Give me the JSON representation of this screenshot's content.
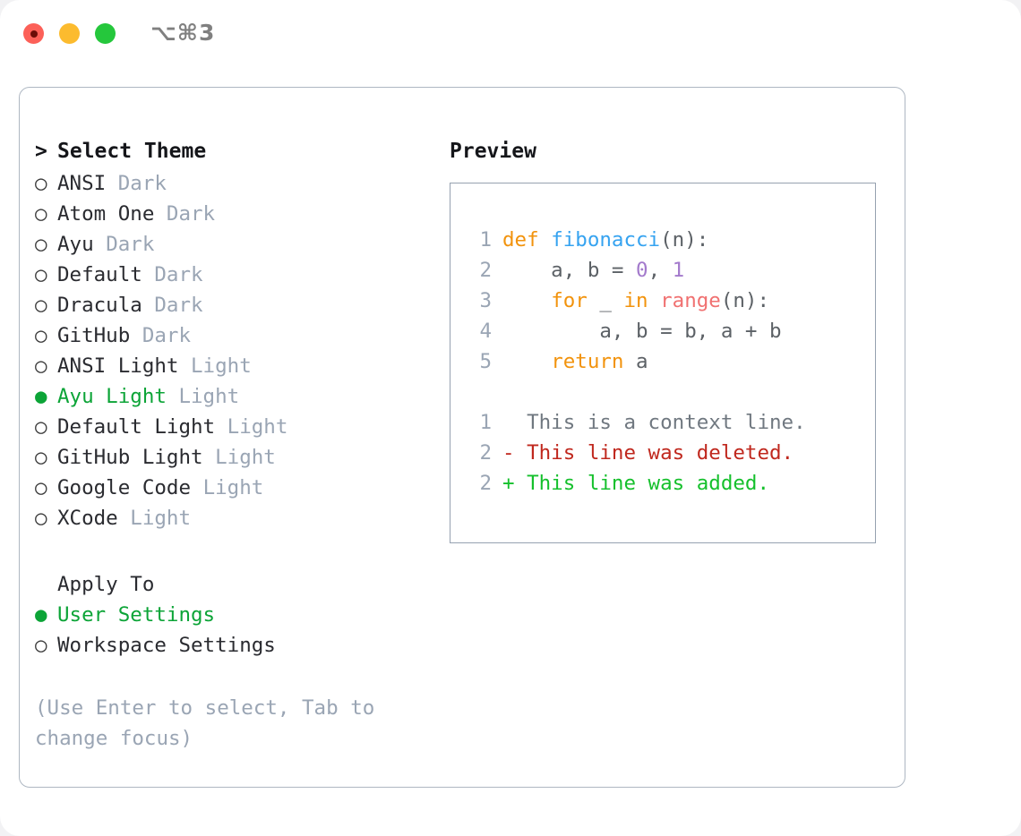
{
  "titlebar": {
    "shortcut": "⌥⌘3",
    "controls": [
      {
        "name": "close",
        "color": "#fc6058"
      },
      {
        "name": "minimize",
        "color": "#fcbb2e"
      },
      {
        "name": "maximize",
        "color": "#25c73c"
      }
    ]
  },
  "theme_list": {
    "header_prefix": ">",
    "header": "Select Theme",
    "selected_marker": "●",
    "unselected_marker": "○",
    "items": [
      {
        "marker": "○",
        "name": "ANSI",
        "variant": "Dark",
        "selected": false
      },
      {
        "marker": "○",
        "name": "Atom One",
        "variant": "Dark",
        "selected": false
      },
      {
        "marker": "○",
        "name": "Ayu",
        "variant": "Dark",
        "selected": false
      },
      {
        "marker": "○",
        "name": "Default",
        "variant": "Dark",
        "selected": false
      },
      {
        "marker": "○",
        "name": "Dracula",
        "variant": "Dark",
        "selected": false
      },
      {
        "marker": "○",
        "name": "GitHub",
        "variant": "Dark",
        "selected": false
      },
      {
        "marker": "○",
        "name": "ANSI Light",
        "variant": "Light",
        "selected": false
      },
      {
        "marker": "●",
        "name": "Ayu Light",
        "variant": "Light",
        "selected": true
      },
      {
        "marker": "○",
        "name": "Default Light",
        "variant": "Light",
        "selected": false
      },
      {
        "marker": "○",
        "name": "GitHub Light",
        "variant": "Light",
        "selected": false
      },
      {
        "marker": "○",
        "name": "Google Code",
        "variant": "Light",
        "selected": false
      },
      {
        "marker": "○",
        "name": "XCode",
        "variant": "Light",
        "selected": false
      }
    ]
  },
  "apply_to": {
    "title": "Apply To",
    "items": [
      {
        "marker": "●",
        "label": "User Settings",
        "selected": true
      },
      {
        "marker": "○",
        "label": "Workspace Settings",
        "selected": false
      }
    ]
  },
  "hint": "(Use Enter to select, Tab to change focus)",
  "preview": {
    "title": "Preview",
    "code_lines": [
      {
        "lineno": "1",
        "tokens": [
          {
            "text": "def ",
            "type": "kw"
          },
          {
            "text": "fibonacci",
            "type": "fn"
          },
          {
            "text": "(n):",
            "type": "punct"
          }
        ]
      },
      {
        "lineno": "2",
        "tokens": [
          {
            "text": "    a, b = ",
            "type": "plain"
          },
          {
            "text": "0",
            "type": "num"
          },
          {
            "text": ", ",
            "type": "plain"
          },
          {
            "text": "1",
            "type": "num"
          }
        ]
      },
      {
        "lineno": "3",
        "tokens": [
          {
            "text": "    ",
            "type": "plain"
          },
          {
            "text": "for",
            "type": "kw"
          },
          {
            "text": " _ ",
            "type": "plain"
          },
          {
            "text": "in",
            "type": "kw"
          },
          {
            "text": " ",
            "type": "plain"
          },
          {
            "text": "range",
            "type": "btin"
          },
          {
            "text": "(n):",
            "type": "punct"
          }
        ]
      },
      {
        "lineno": "4",
        "tokens": [
          {
            "text": "        a, b = b, a + b",
            "type": "plain"
          }
        ]
      },
      {
        "lineno": "5",
        "tokens": [
          {
            "text": "    ",
            "type": "plain"
          },
          {
            "text": "return",
            "type": "kw"
          },
          {
            "text": " a",
            "type": "plain"
          }
        ]
      }
    ],
    "diff_lines": [
      {
        "lineno": "1",
        "sign": " ",
        "text": " This is a context line.",
        "kind": "ctx"
      },
      {
        "lineno": "2",
        "sign": "-",
        "text": " This line was deleted.",
        "kind": "del"
      },
      {
        "lineno": "2",
        "sign": "+",
        "text": " This line was added.",
        "kind": "add"
      }
    ]
  },
  "colors": {
    "accent_green": "#0ca437",
    "muted": "#9aa5b4",
    "border": "#aeb7c2",
    "keyword": "#f2930d",
    "function": "#36a3f0",
    "number": "#a37acc",
    "builtin": "#f07171",
    "diff_deleted": "#c0281e",
    "diff_added": "#15c02c"
  }
}
